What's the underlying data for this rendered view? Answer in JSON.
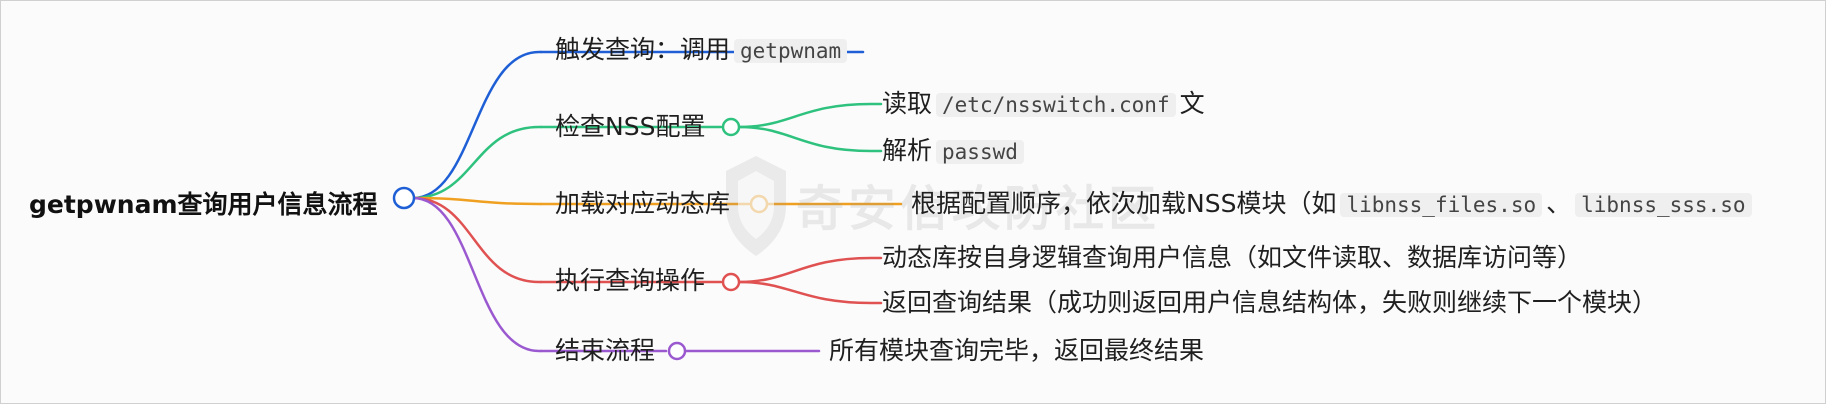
{
  "root": {
    "label": "getpwnam查询用户信息流程"
  },
  "watermark": {
    "label": "奇安信攻防社区"
  },
  "branches": [
    {
      "id": "trigger",
      "color": "#1f5fd6",
      "label": "触发查询：调用",
      "code": "getpwnam",
      "children": []
    },
    {
      "id": "check-nss",
      "color": "#2ec27e",
      "label": "检查NSS配置",
      "children": [
        {
          "label": "读取",
          "code": "/etc/nsswitch.conf",
          "suffix": "文"
        },
        {
          "label": "解析",
          "code": "passwd"
        }
      ]
    },
    {
      "id": "load-lib",
      "color": "#f0a020",
      "label": "加载对应动态库",
      "children": [
        {
          "label": "根据配置顺序，依次加载NSS模块（如",
          "code": "libnss_files.so",
          "middle": "、",
          "code2": "libnss_sss.so"
        }
      ]
    },
    {
      "id": "execute",
      "color": "#e05252",
      "label": "执行查询操作",
      "children": [
        {
          "label": "动态库按自身逻辑查询用户信息（如文件读取、数据库访问等）"
        },
        {
          "label": "返回查询结果（成功则返回用户信息结构体，失败则继续下一个模块）"
        }
      ]
    },
    {
      "id": "end",
      "color": "#9b59d0",
      "label": "结束流程",
      "children": [
        {
          "label": "所有模块查询完毕，返回最终结果"
        }
      ]
    }
  ]
}
